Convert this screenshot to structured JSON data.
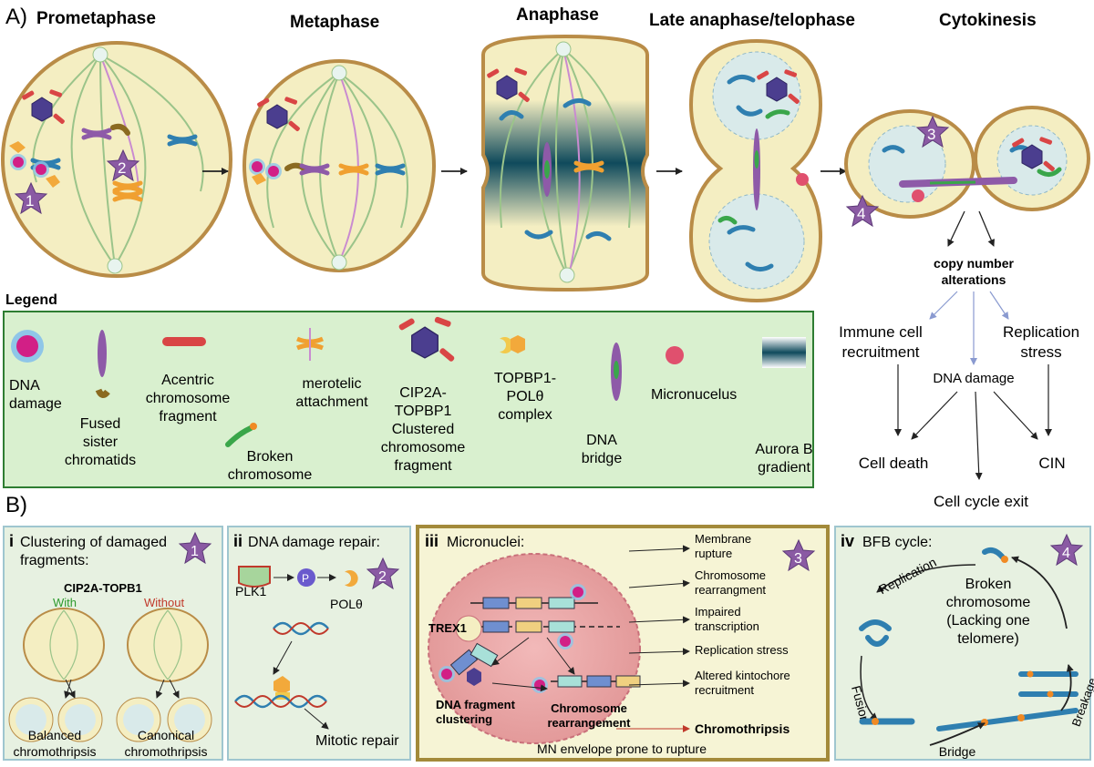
{
  "section_a": {
    "label": "A)",
    "phases": [
      "Prometaphase",
      "Metaphase",
      "Anaphase",
      "Late anaphase/telophase",
      "Cytokinesis"
    ],
    "legend_title": "Legend",
    "outcomes": {
      "copy_number_1": "copy number",
      "copy_number_2": "alterations",
      "immune_1": "Immune cell",
      "immune_2": "recruitment",
      "replication_1": "Replication",
      "replication_2": "stress",
      "dna_damage": "DNA damage",
      "cell_death": "Cell death",
      "cin": "CIN",
      "cell_cycle_exit": "Cell cycle exit"
    }
  },
  "legend": {
    "dna_damage": [
      "DNA",
      "damage"
    ],
    "fused": [
      "Fused",
      "sister",
      "chromatids"
    ],
    "acentric": [
      "Acentric",
      "chromosome",
      "fragment"
    ],
    "broken": [
      "Broken",
      "chromosome"
    ],
    "merotelic": [
      "merotelic",
      "attachment"
    ],
    "cip2a": [
      "CIP2A-",
      "TOPBP1",
      "Clustered",
      "chromosome",
      "fragment"
    ],
    "topbp1": [
      "TOPBP1-",
      "POLθ",
      "complex"
    ],
    "bridge": [
      "DNA",
      "bridge"
    ],
    "micronucleus": [
      "Micronucelus"
    ],
    "aurora": [
      "Aurora B",
      "gradient"
    ]
  },
  "section_b": {
    "label": "B)",
    "panel_i": {
      "numeral": "i",
      "title_1": "Clustering of damaged",
      "title_2": "fragments:",
      "protein": "CIP2A-TOPB1",
      "with": "With",
      "without": "Without",
      "balanced_1": "Balanced",
      "balanced_2": "chromothripsis",
      "canonical_1": "Canonical",
      "canonical_2": "chromothripsis",
      "star": "1"
    },
    "panel_ii": {
      "numeral": "ii",
      "title": "DNA damage repair:",
      "plk1": "PLK1",
      "p": "P",
      "polq": "POLθ",
      "repair": "Mitotic repair",
      "star": "2"
    },
    "panel_iii": {
      "numeral": "iii",
      "title": "Micronuclei:",
      "trex1": "TREX1",
      "clustering_1": "DNA fragment",
      "clustering_2": "clustering",
      "rearr_1": "Chromosome",
      "rearr_2": "rearrangement",
      "outcomes": [
        [
          "Membrane",
          "rupture"
        ],
        [
          "Chromosome",
          "rearrangment"
        ],
        [
          "Impaired",
          "transcription"
        ],
        [
          "Replication stress"
        ],
        [
          "Altered kintochore",
          "recruitment"
        ],
        [
          "Chromothripsis"
        ]
      ],
      "footer": "MN envelope prone to rupture",
      "star": "3"
    },
    "panel_iv": {
      "numeral": "iv",
      "title": "BFB cycle:",
      "replication": "Replication",
      "broken_1": "Broken",
      "broken_2": "chromosome",
      "broken_3": "(Lacking one",
      "broken_4": "telomere)",
      "fusion": "Fusion",
      "breakage": "Breakage",
      "bridge": "Bridge",
      "star": "4"
    }
  },
  "stars": [
    "1",
    "2",
    "3",
    "4"
  ],
  "colors": {
    "cell_fill": "#f4eec2",
    "cell_border": "#b98c47",
    "star": "#8a5aa3",
    "legend_bg": "#d9f0cf",
    "legend_border": "#2e7d32",
    "panel_bg": "#e7f1e1",
    "panel_border": "#9fc6cf",
    "mn_fill": "#e8a3a3",
    "aurora": "#0f4a5c"
  }
}
